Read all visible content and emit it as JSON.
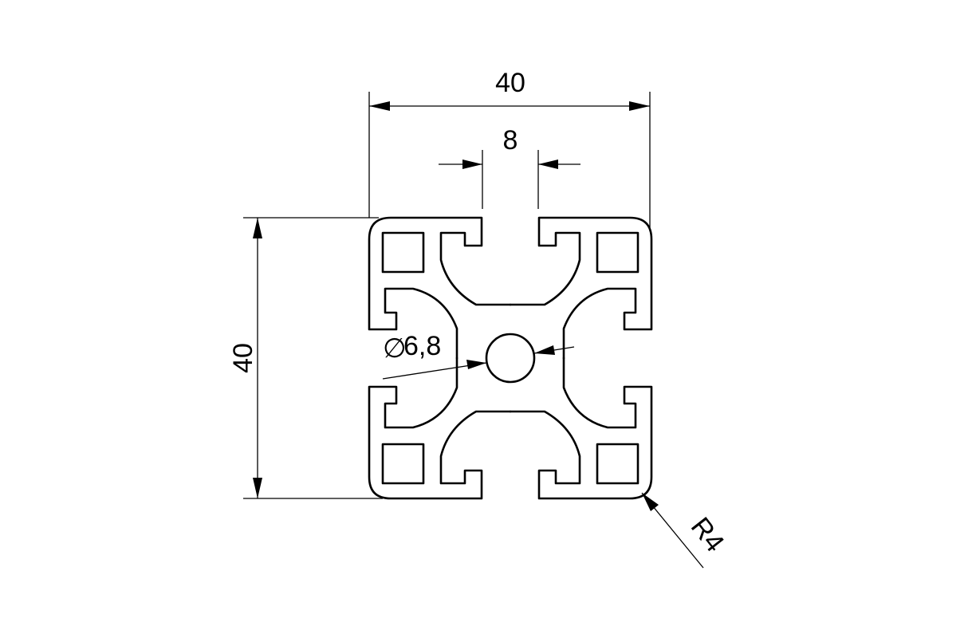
{
  "dimensions": {
    "width_label": "40",
    "height_label": "40",
    "slot_label": "8",
    "bore_label": "6,8",
    "bore_symbol": "∅",
    "radius_label": "R4"
  },
  "colors": {
    "line": "#000000",
    "background": "#ffffff"
  }
}
